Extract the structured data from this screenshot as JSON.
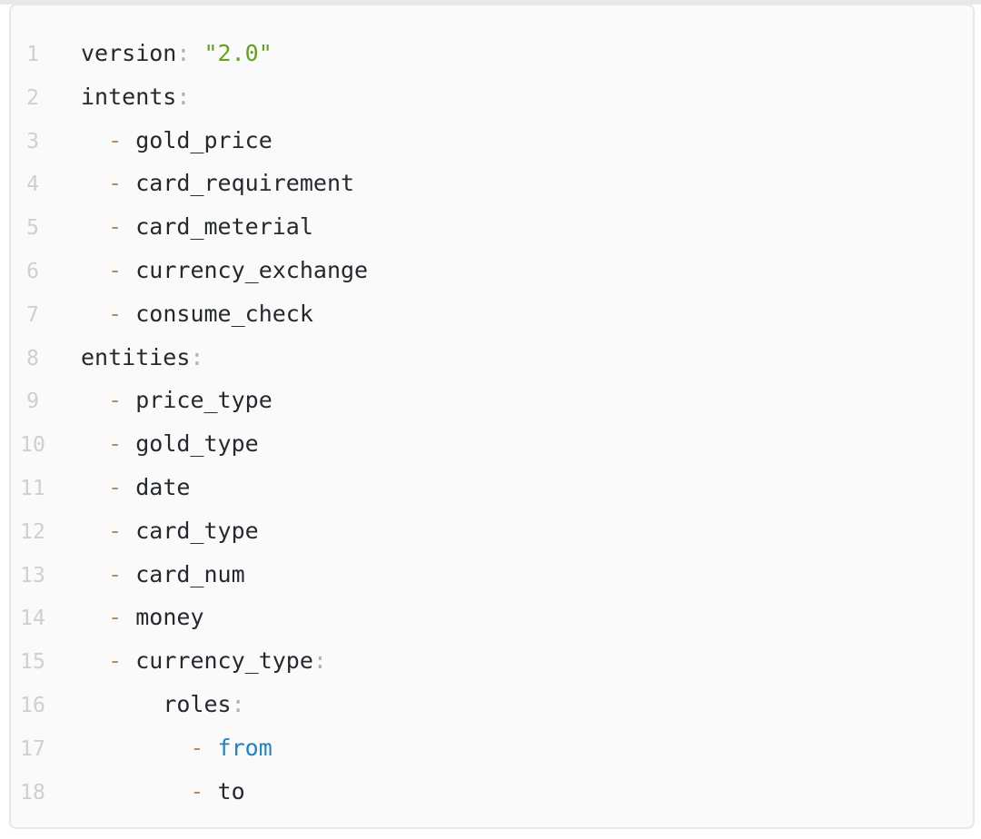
{
  "code_block": {
    "language": "yaml",
    "colors": {
      "background": "#fafafa",
      "border": "#e8e8e8",
      "plain": "#24292e",
      "key": "#24292e",
      "punc": "#aab0b6",
      "dash": "#bb8a55",
      "string": "#63a31c",
      "keyword": "#2083c5",
      "linenum": "#cdcfd3"
    },
    "lines": [
      {
        "num": "1",
        "tokens": [
          [
            "version",
            "key"
          ],
          [
            ":",
            "punc"
          ],
          [
            " ",
            "plain"
          ],
          [
            "\"2.0\"",
            "string"
          ]
        ]
      },
      {
        "num": "2",
        "tokens": [
          [
            "intents",
            "key"
          ],
          [
            ":",
            "punc"
          ]
        ]
      },
      {
        "num": "3",
        "tokens": [
          [
            "  ",
            "plain"
          ],
          [
            "-",
            "dash"
          ],
          [
            " ",
            "plain"
          ],
          [
            "gold_price",
            "plain"
          ]
        ]
      },
      {
        "num": "4",
        "tokens": [
          [
            "  ",
            "plain"
          ],
          [
            "-",
            "dash"
          ],
          [
            " ",
            "plain"
          ],
          [
            "card_requirement",
            "plain"
          ]
        ]
      },
      {
        "num": "5",
        "tokens": [
          [
            "  ",
            "plain"
          ],
          [
            "-",
            "dash"
          ],
          [
            " ",
            "plain"
          ],
          [
            "card_meterial",
            "plain"
          ]
        ]
      },
      {
        "num": "6",
        "tokens": [
          [
            "  ",
            "plain"
          ],
          [
            "-",
            "dash"
          ],
          [
            " ",
            "plain"
          ],
          [
            "currency_exchange",
            "plain"
          ]
        ]
      },
      {
        "num": "7",
        "tokens": [
          [
            "  ",
            "plain"
          ],
          [
            "-",
            "dash"
          ],
          [
            " ",
            "plain"
          ],
          [
            "consume_check",
            "plain"
          ]
        ]
      },
      {
        "num": "8",
        "tokens": [
          [
            "entities",
            "key"
          ],
          [
            ":",
            "punc"
          ]
        ]
      },
      {
        "num": "9",
        "tokens": [
          [
            "  ",
            "plain"
          ],
          [
            "-",
            "dash"
          ],
          [
            " ",
            "plain"
          ],
          [
            "price_type",
            "plain"
          ]
        ]
      },
      {
        "num": "10",
        "tokens": [
          [
            "  ",
            "plain"
          ],
          [
            "-",
            "dash"
          ],
          [
            " ",
            "plain"
          ],
          [
            "gold_type",
            "plain"
          ]
        ]
      },
      {
        "num": "11",
        "tokens": [
          [
            "  ",
            "plain"
          ],
          [
            "-",
            "dash"
          ],
          [
            " ",
            "plain"
          ],
          [
            "date",
            "plain"
          ]
        ]
      },
      {
        "num": "12",
        "tokens": [
          [
            "  ",
            "plain"
          ],
          [
            "-",
            "dash"
          ],
          [
            " ",
            "plain"
          ],
          [
            "card_type",
            "plain"
          ]
        ]
      },
      {
        "num": "13",
        "tokens": [
          [
            "  ",
            "plain"
          ],
          [
            "-",
            "dash"
          ],
          [
            " ",
            "plain"
          ],
          [
            "card_num",
            "plain"
          ]
        ]
      },
      {
        "num": "14",
        "tokens": [
          [
            "  ",
            "plain"
          ],
          [
            "-",
            "dash"
          ],
          [
            " ",
            "plain"
          ],
          [
            "money",
            "plain"
          ]
        ]
      },
      {
        "num": "15",
        "tokens": [
          [
            "  ",
            "plain"
          ],
          [
            "-",
            "dash"
          ],
          [
            " ",
            "plain"
          ],
          [
            "currency_type",
            "key"
          ],
          [
            ":",
            "punc"
          ]
        ]
      },
      {
        "num": "16",
        "tokens": [
          [
            "      ",
            "plain"
          ],
          [
            "roles",
            "key"
          ],
          [
            ":",
            "punc"
          ]
        ]
      },
      {
        "num": "17",
        "tokens": [
          [
            "        ",
            "plain"
          ],
          [
            "-",
            "dash"
          ],
          [
            " ",
            "plain"
          ],
          [
            "from",
            "keyword"
          ]
        ]
      },
      {
        "num": "18",
        "tokens": [
          [
            "        ",
            "plain"
          ],
          [
            "-",
            "dash"
          ],
          [
            " ",
            "plain"
          ],
          [
            "to",
            "plain"
          ]
        ]
      }
    ]
  }
}
